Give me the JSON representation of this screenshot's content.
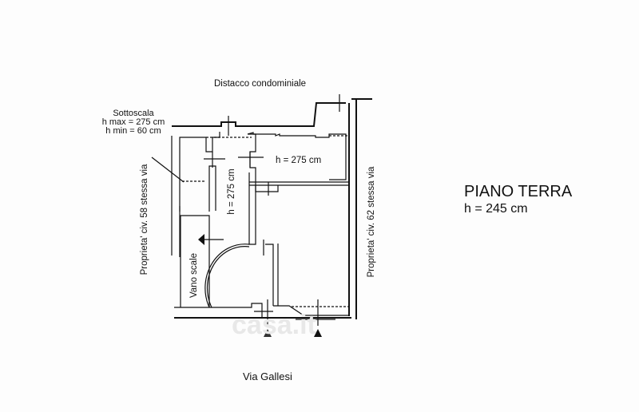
{
  "plan": {
    "title": "PIANO TERRA",
    "height_label": "h = 245 cm",
    "top_label": "Distacco condominiale",
    "bottom_label": "Via Gallesi",
    "left_neighbor": "Proprieta' civ. 58 stessa via",
    "right_neighbor": "Proprieta' civ. 62 stessa via",
    "stair_label": "Vano scale",
    "under_stairs": {
      "name": "Sottoscala",
      "hmax": "h max = 275 cm",
      "hmin": "h min = 60 cm"
    },
    "corridor_height": "h = 275 cm",
    "room_height": "h = 275 cm",
    "watermark": "casa.it"
  }
}
